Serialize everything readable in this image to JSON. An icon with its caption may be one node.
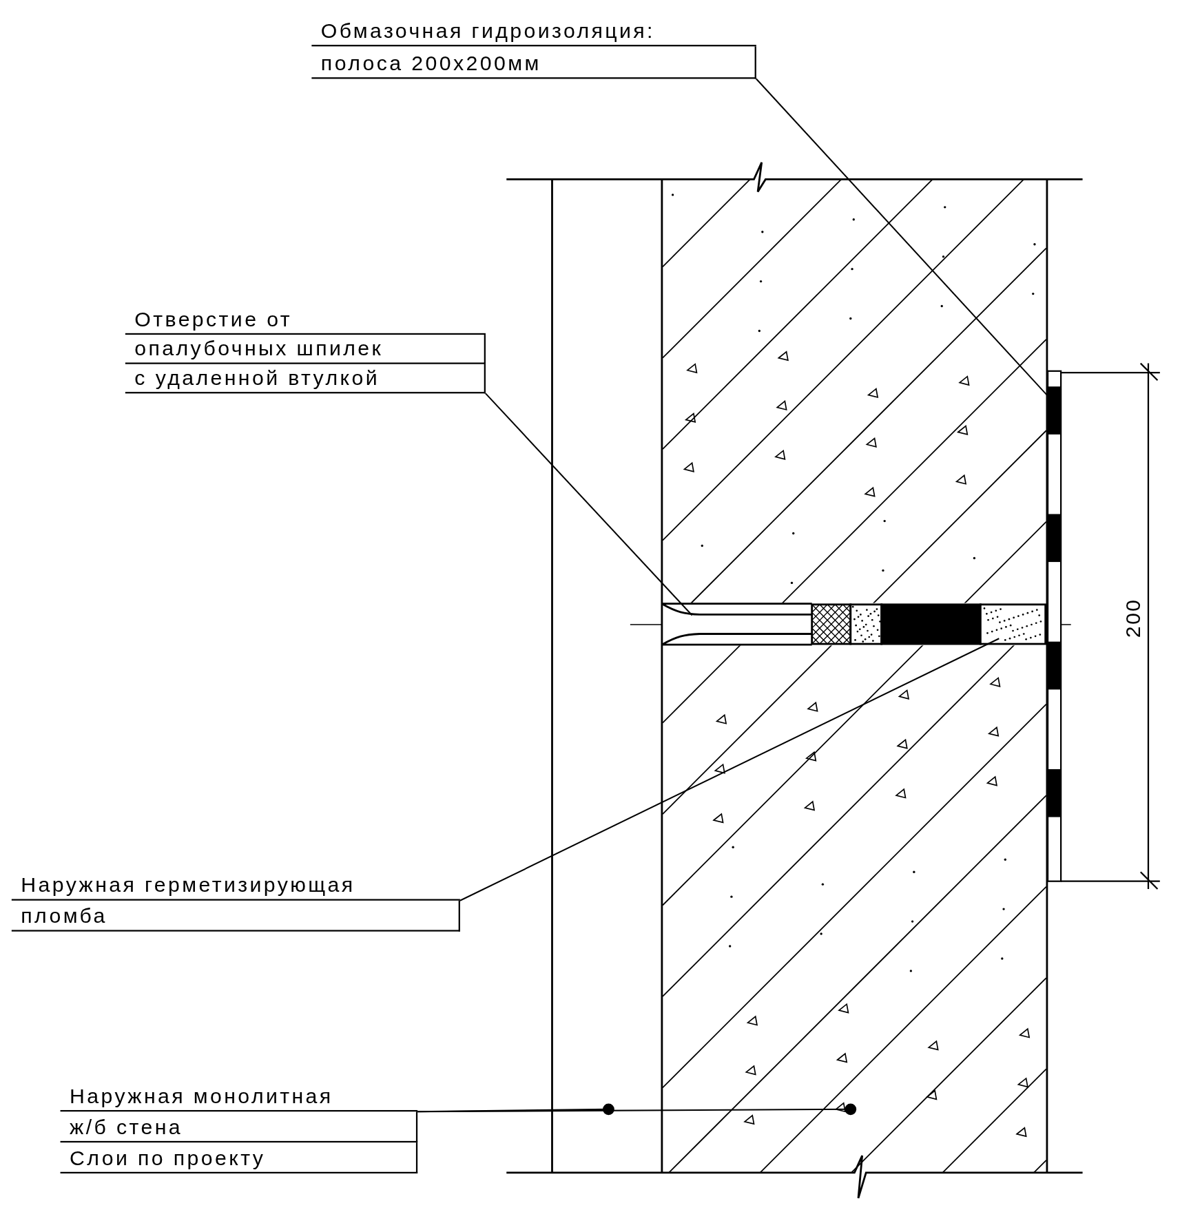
{
  "diagram": {
    "nodes": [
      {
        "text": [
          "Обмазочная гидроизоляция:",
          "полоса 200х200мм"
        ]
      },
      {
        "text": [
          "Отверстие от",
          "опалубочных шпилек",
          "с удаленной втулкой"
        ]
      },
      {
        "text": [
          "Наружная герметизирующая",
          "пломба"
        ]
      },
      {
        "text": [
          "Наружная монолитная",
          "ж/б стена",
          "Слои по проекту"
        ]
      },
      {
        "text": [],
        "shape": "box"
      },
      {
        "text": [],
        "shape": "box"
      },
      {
        "text": [],
        "shape": "box",
        "in": 5
      },
      {
        "text": [],
        "shape": "box",
        "in": 5
      },
      {
        "text": [],
        "shape": "bar"
      }
    ],
    "edges": [
      {
        "from": 0,
        "to": 8,
        "arrow": "none"
      },
      {
        "from": 1,
        "to": 6,
        "arrow": "none"
      },
      {
        "from": 2,
        "to": 7,
        "arrow": "none"
      },
      {
        "from": 3,
        "to": 4,
        "arrow": "other"
      },
      {
        "from": 3,
        "to": 5,
        "arrow": "other"
      }
    ],
    "labels": [
      "200"
    ]
  }
}
